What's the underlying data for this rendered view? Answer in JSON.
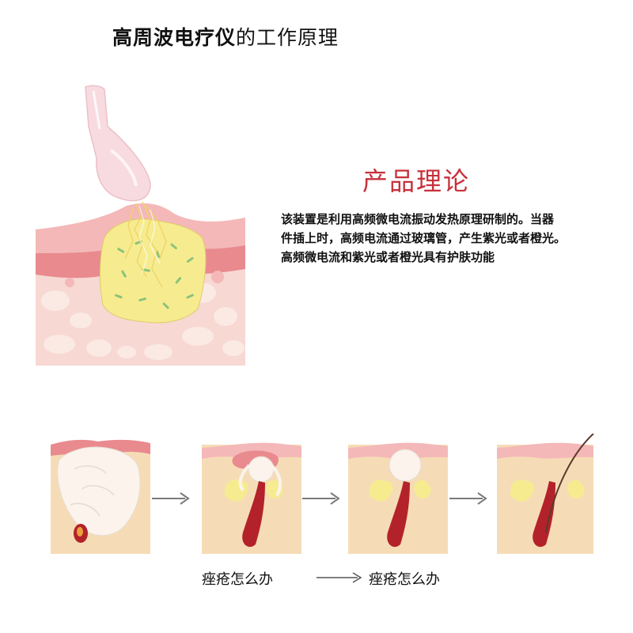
{
  "title": {
    "bold_part": "高周波电疗仪",
    "normal_part": "的工作原理"
  },
  "theory": {
    "heading": "产品理论",
    "lines": [
      "该装置是利用高频微电流振动发热原理研制的。当器",
      "件插上时，高频电流通过玻璃管，产生紫光或者橙光。",
      "高频微电流和紫光或者橙光具有护肤功能"
    ]
  },
  "captions": {
    "left": "痤疮怎么办",
    "right": "痤疮怎么办"
  },
  "colors": {
    "title": "#111111",
    "heading_red": "#c7303a",
    "skin_pink": "#f4b8b8",
    "skin_dark_pink": "#e98a8f",
    "tissue_light": "#f7d8d2",
    "pus_yellow": "#f6ec8f",
    "tissue_cream": "#f6dcb6",
    "follicle_red": "#b3222a",
    "arrow_gray": "#7a7a7a"
  }
}
